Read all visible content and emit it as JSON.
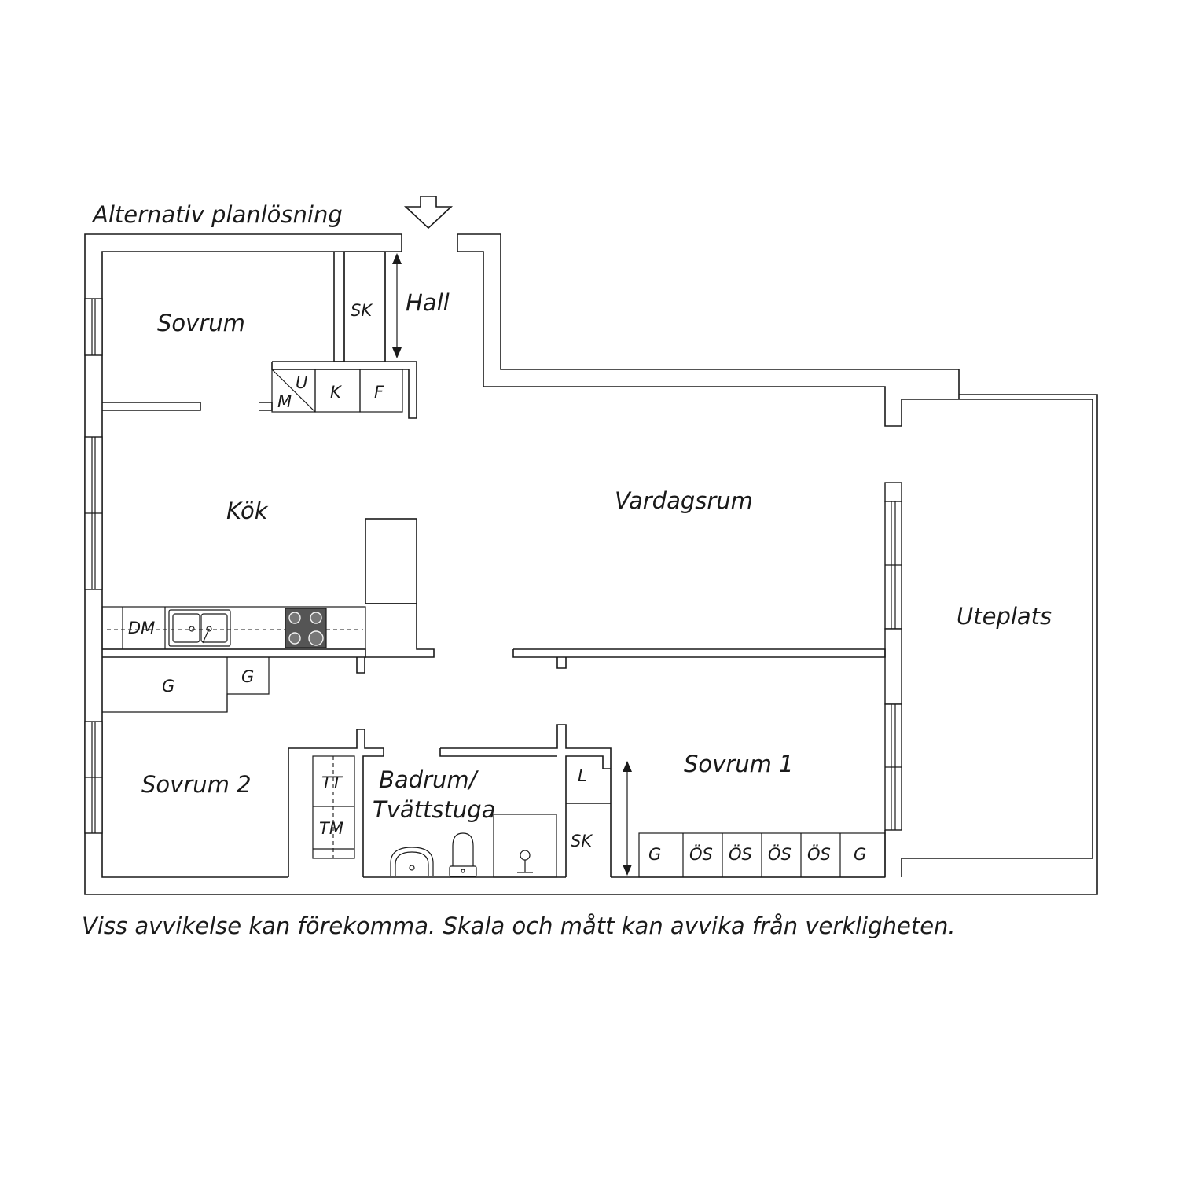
{
  "title": "Alternativ planlösning",
  "disclaimer": "Viss avvikelse kan förekomma. Skala och mått kan avvika från verkligheten.",
  "rooms": {
    "sovrum": "Sovrum",
    "hall": "Hall",
    "kok": "Kök",
    "vardagsrum": "Vardagsrum",
    "uteplats": "Uteplats",
    "sovrum1": "Sovrum 1",
    "sovrum2": "Sovrum 2",
    "badrum_line1": "Badrum/",
    "badrum_line2": "Tvättstuga"
  },
  "fixtures": {
    "hall_closet": "SK",
    "micro": "M",
    "oven": "U",
    "fridge": "K",
    "freezer": "F",
    "dishwasher": "DM",
    "wardrobe_kitchen_a": "G",
    "wardrobe_kitchen_b": "G",
    "dryer": "TT",
    "washer": "TM",
    "linen": "L",
    "closet_bed1": "SK",
    "wardrobes_bed1": [
      "G",
      "ÖS",
      "ÖS",
      "ÖS",
      "ÖS",
      "G"
    ]
  }
}
